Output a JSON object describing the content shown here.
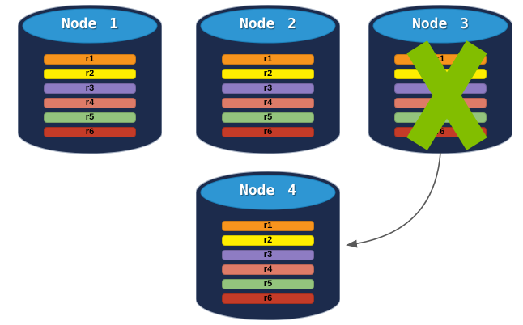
{
  "nodes": [
    {
      "label": "Node 1",
      "status": "active"
    },
    {
      "label": "Node 2",
      "status": "active"
    },
    {
      "label": "Node 3",
      "status": "failed"
    },
    {
      "label": "Node 4",
      "status": "active"
    }
  ],
  "records": [
    {
      "label": "r1",
      "color": "#F7941D"
    },
    {
      "label": "r2",
      "color": "#FFEE00"
    },
    {
      "label": "r3",
      "color": "#8E7CC3"
    },
    {
      "label": "r4",
      "color": "#DE7B68"
    },
    {
      "label": "r5",
      "color": "#93C47D"
    },
    {
      "label": "r6",
      "color": "#C43B28"
    }
  ],
  "arrow": {
    "from": "Node 3",
    "to": "Node 4"
  },
  "colors": {
    "cylinder_body": "#1C2B4C",
    "cylinder_edge": "#AAB4C4",
    "cylinder_top": "#2E96D3",
    "cylinder_top_edge": "#1C7FB8",
    "title_text": "#FFFFFF",
    "record_text": "#000000",
    "failure_x": "#82BE00",
    "arrow": "#595959"
  }
}
